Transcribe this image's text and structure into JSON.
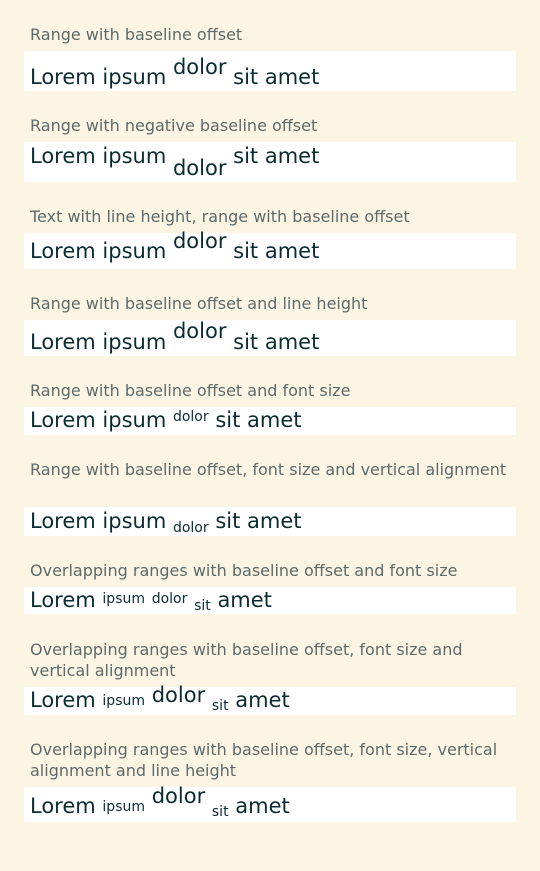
{
  "sections": [
    {
      "title": "Range with baseline offset",
      "parts": [
        "Lorem ipsum",
        "dolor",
        "sit amet"
      ]
    },
    {
      "title": "Range with negative baseline offset",
      "parts": [
        "Lorem ipsum",
        "dolor",
        "sit amet"
      ]
    },
    {
      "title": "Text with line height, range with baseline offset",
      "parts": [
        "Lorem ipsum",
        "dolor",
        "sit amet"
      ]
    },
    {
      "title": "Range with baseline offset and line height",
      "parts": [
        "Lorem ipsum",
        "dolor",
        "sit amet"
      ]
    },
    {
      "title": "Range with baseline offset and font size",
      "parts": [
        "Lorem ipsum",
        "dolor",
        "sit amet"
      ]
    },
    {
      "title": "Range with baseline offset, font size and vertical alignment",
      "parts": [
        "Lorem ipsum",
        "dolor",
        "sit amet"
      ]
    },
    {
      "title": "Overlapping ranges with baseline offset and font size",
      "parts": [
        "Lorem",
        "ipsum",
        "dolor",
        "sit",
        "amet"
      ]
    },
    {
      "title": "Overlapping ranges with baseline offset, font size and vertical alignment",
      "parts": [
        "Lorem",
        "ipsum",
        "dolor",
        "sit",
        "amet"
      ]
    },
    {
      "title": "Overlapping ranges with baseline offset, font size, vertical alignment and line height",
      "parts": [
        "Lorem",
        "ipsum",
        "dolor",
        "sit",
        "amet"
      ]
    }
  ]
}
